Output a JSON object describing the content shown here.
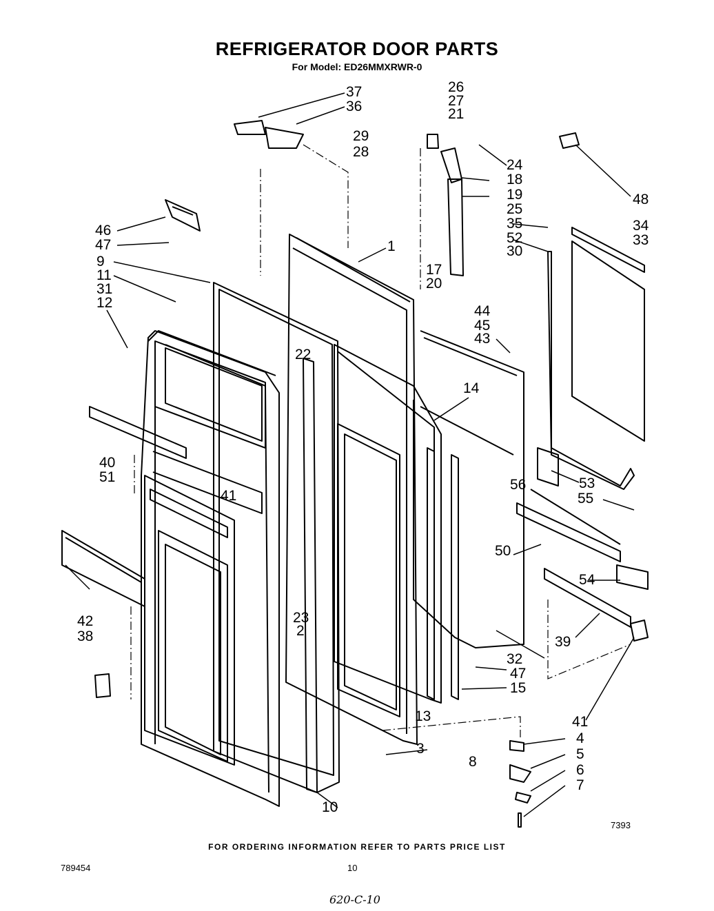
{
  "header": {
    "title": "REFRIGERATOR DOOR PARTS",
    "subtitle": "For Model: ED26MMXRWR-0"
  },
  "callouts": [
    "37",
    "36",
    "26",
    "27",
    "21",
    "29",
    "28",
    "24",
    "18",
    "19",
    "48",
    "46",
    "47",
    "1",
    "25",
    "35",
    "34",
    "52",
    "33",
    "30",
    "9",
    "11",
    "31",
    "12",
    "17",
    "20",
    "44",
    "45",
    "43",
    "22",
    "14",
    "40",
    "51",
    "41",
    "56",
    "53",
    "55",
    "50",
    "54",
    "42",
    "38",
    "23",
    "2",
    "32",
    "39",
    "47",
    "15",
    "13",
    "3",
    "41",
    "4",
    "8",
    "5",
    "6",
    "7",
    "10"
  ],
  "figure_code": "7393",
  "footer": {
    "ordering_note": "FOR ORDERING INFORMATION REFER TO PARTS PRICE LIST",
    "document_number": "789454",
    "page_number": "10",
    "handwritten_note": "620-C-10"
  }
}
